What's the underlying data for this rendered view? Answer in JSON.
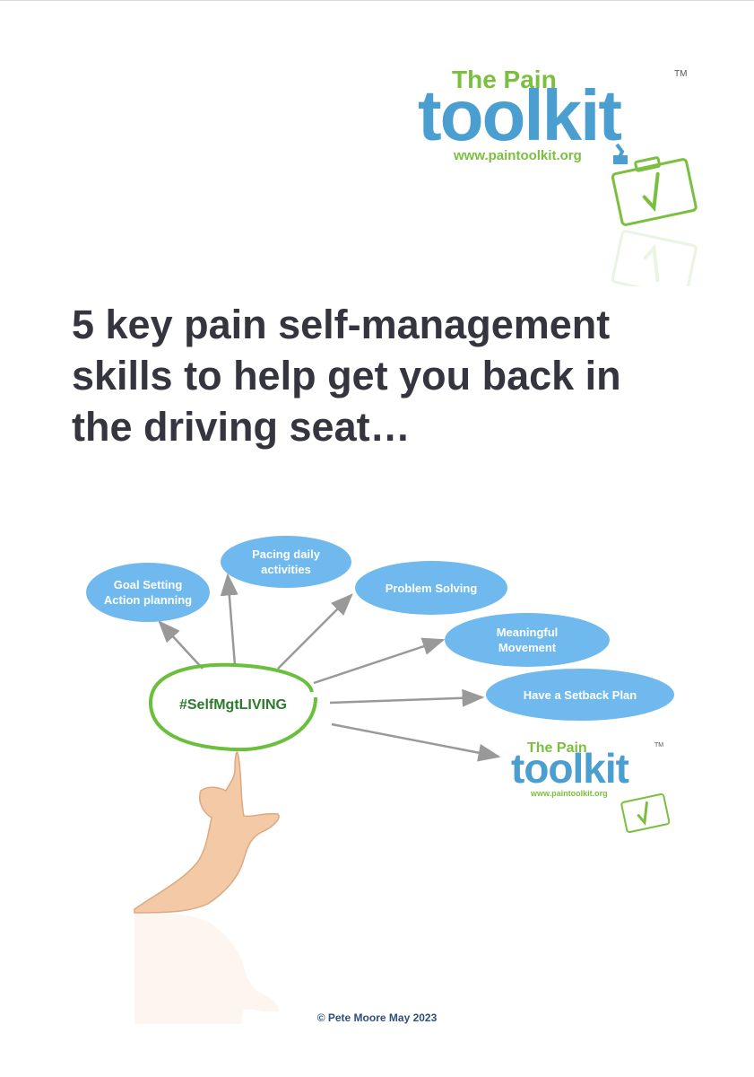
{
  "logo": {
    "line1": "The Pain",
    "wordmark": "toolkit",
    "tm": "TM",
    "url": "www.paintoolkit.org"
  },
  "headline": {
    "lines": [
      "5 key pain self-management",
      "skills to help get you back in",
      "the driving seat…"
    ]
  },
  "diagram": {
    "hub": "#SelfMgtLIVING",
    "skills": [
      {
        "line1": "Goal Setting",
        "line2": "Action planning"
      },
      {
        "line1": "Pacing daily",
        "line2": "activities"
      },
      {
        "line1": "Problem Solving",
        "line2": ""
      },
      {
        "line1": "Meaningful",
        "line2": "Movement"
      },
      {
        "line1": "Have a Setback Plan",
        "line2": ""
      }
    ],
    "colors": {
      "bubble": "#6fb9ee",
      "hub_ring": "#6abf3c",
      "arrow": "#999999"
    }
  },
  "footer": {
    "copyright": "© Pete Moore May 2023"
  },
  "colors": {
    "logo_blue": "#4b9fd0",
    "logo_green": "#7bbf3f",
    "headline": "#353540"
  }
}
